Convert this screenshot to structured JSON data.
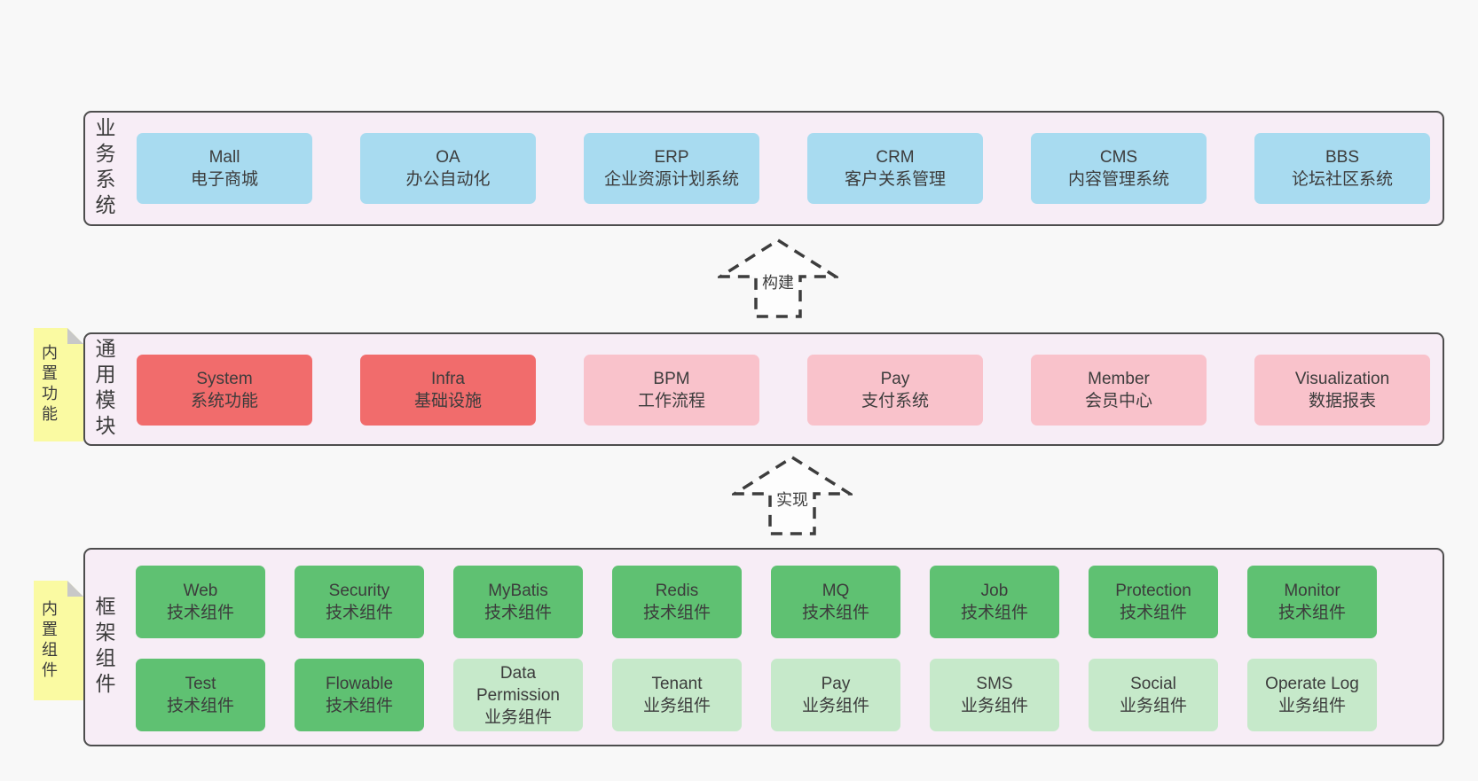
{
  "colors": {
    "page_bg": "#f8f8f8",
    "panel_bg": "#f7edf6",
    "panel_border": "#4d4d4d",
    "blue": "#a8dbf0",
    "red": "#f16c6c",
    "pink": "#f9c2cb",
    "green": "#5fc172",
    "light_green": "#c6e9ca",
    "sticky": "#fafaa2",
    "sticky_fold": "#c8c8c8",
    "arrow": "#3d3d3d",
    "text": "#3c3c3c"
  },
  "sections": [
    {
      "side_label": "业务系统",
      "sticky_label": null,
      "rows": [
        [
          {
            "title": "Mall",
            "subtitle": "电子商城",
            "color": "blue"
          },
          {
            "title": "OA",
            "subtitle": "办公自动化",
            "color": "blue"
          },
          {
            "title": "ERP",
            "subtitle": "企业资源计划系统",
            "color": "blue"
          },
          {
            "title": "CRM",
            "subtitle": "客户关系管理",
            "color": "blue"
          },
          {
            "title": "CMS",
            "subtitle": "内容管理系统",
            "color": "blue"
          },
          {
            "title": "BBS",
            "subtitle": "论坛社区系统",
            "color": "blue"
          }
        ]
      ]
    },
    {
      "side_label": "通用模块",
      "sticky_label": "内置功能",
      "rows": [
        [
          {
            "title": "System",
            "subtitle": "系统功能",
            "color": "red"
          },
          {
            "title": "Infra",
            "subtitle": "基础设施",
            "color": "red"
          },
          {
            "title": "BPM",
            "subtitle": "工作流程",
            "color": "pink"
          },
          {
            "title": "Pay",
            "subtitle": "支付系统",
            "color": "pink"
          },
          {
            "title": "Member",
            "subtitle": "会员中心",
            "color": "pink"
          },
          {
            "title": "Visualization",
            "subtitle": "数据报表",
            "color": "pink"
          }
        ]
      ]
    },
    {
      "side_label": "框架组件",
      "sticky_label": "内置组件",
      "rows": [
        [
          {
            "title": "Web",
            "subtitle": "技术组件",
            "color": "green"
          },
          {
            "title": "Security",
            "subtitle": "技术组件",
            "color": "green"
          },
          {
            "title": "MyBatis",
            "subtitle": "技术组件",
            "color": "green"
          },
          {
            "title": "Redis",
            "subtitle": "技术组件",
            "color": "green"
          },
          {
            "title": "MQ",
            "subtitle": "技术组件",
            "color": "green"
          },
          {
            "title": "Job",
            "subtitle": "技术组件",
            "color": "green"
          },
          {
            "title": "Protection",
            "subtitle": "技术组件",
            "color": "green"
          },
          {
            "title": "Monitor",
            "subtitle": "技术组件",
            "color": "green"
          }
        ],
        [
          {
            "title": "Test",
            "subtitle": "技术组件",
            "color": "green"
          },
          {
            "title": "Flowable",
            "subtitle": "技术组件",
            "color": "green"
          },
          {
            "title": "Data Permission",
            "subtitle": "业务组件",
            "color": "light_green"
          },
          {
            "title": "Tenant",
            "subtitle": "业务组件",
            "color": "light_green"
          },
          {
            "title": "Pay",
            "subtitle": "业务组件",
            "color": "light_green"
          },
          {
            "title": "SMS",
            "subtitle": "业务组件",
            "color": "light_green"
          },
          {
            "title": "Social",
            "subtitle": "业务组件",
            "color": "light_green"
          },
          {
            "title": "Operate Log",
            "subtitle": "业务组件",
            "color": "light_green"
          }
        ]
      ]
    }
  ],
  "arrows": [
    {
      "label": "构建"
    },
    {
      "label": "实现"
    }
  ]
}
